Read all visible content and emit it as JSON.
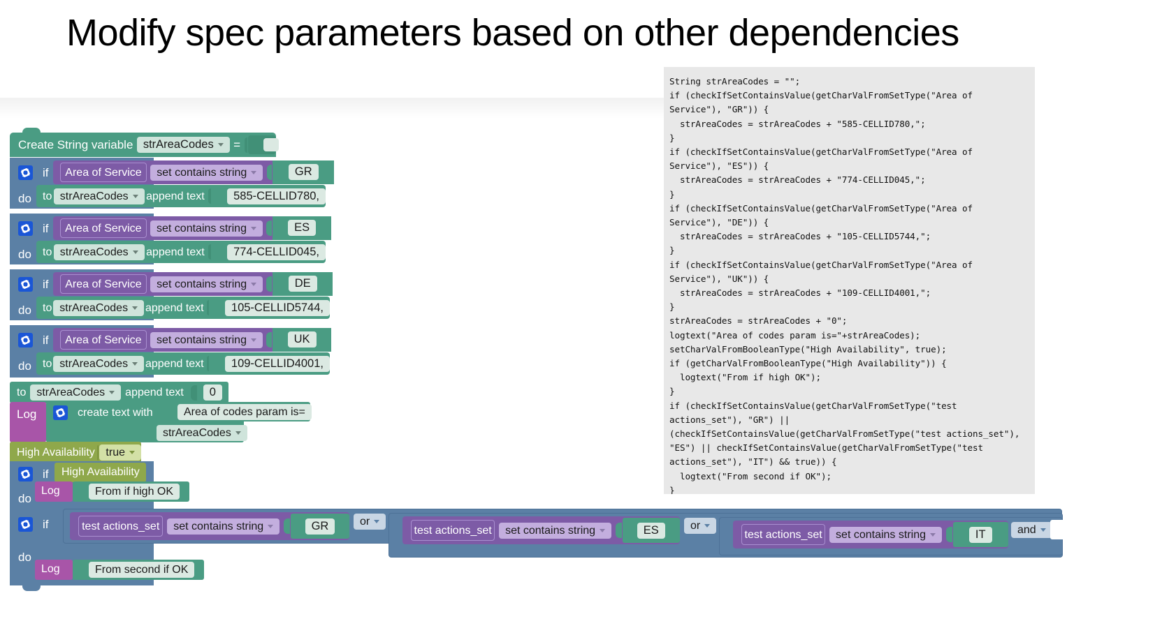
{
  "slide": {
    "title": "Modify spec parameters based on other dependencies"
  },
  "code_panel": {
    "name": "generated-code",
    "language": "java-like",
    "text": "String strAreaCodes = \"\";\nif (checkIfSetContainsValue(getCharValFromSetType(\"Area of\nService\"), \"GR\")) {\n  strAreaCodes = strAreaCodes + \"585-CELLID780,\";\n}\nif (checkIfSetContainsValue(getCharValFromSetType(\"Area of\nService\"), \"ES\")) {\n  strAreaCodes = strAreaCodes + \"774-CELLID045,\";\n}\nif (checkIfSetContainsValue(getCharValFromSetType(\"Area of\nService\"), \"DE\")) {\n  strAreaCodes = strAreaCodes + \"105-CELLID5744,\";\n}\nif (checkIfSetContainsValue(getCharValFromSetType(\"Area of\nService\"), \"UK\")) {\n  strAreaCodes = strAreaCodes + \"109-CELLID4001,\";\n}\nstrAreaCodes = strAreaCodes + \"0\";\nlogtext(\"Area of codes param is=\"+strAreaCodes);\nsetCharValFromBooleanType(\"High Availability\", true);\nif (getCharValFromBooleanType(\"High Availability\")) {\n  logtext(\"From if high OK\");\n}\nif (checkIfSetContainsValue(getCharValFromSetType(\"test\nactions_set\"), \"GR\") ||\n(checkIfSetContainsValue(getCharValFromSetType(\"test actions_set\"),\n\"ES\") || checkIfSetContainsValue(getCharValFromSetType(\"test\nactions_set\"), \"IT\") && true)) {\n  logtext(\"From second if OK\");\n}"
  },
  "blocks": {
    "create_variable": {
      "label": "Create String variable",
      "variable": "strAreaCodes",
      "equals": "=",
      "value": ""
    },
    "if_rules": [
      {
        "if_label": "if",
        "do_label": "do",
        "field": "Area of Service",
        "operator": "set contains string",
        "operand": "GR",
        "assign_to_label": "to",
        "assign_variable": "strAreaCodes",
        "append_label": "append text",
        "append_value": "585-CELLID780,"
      },
      {
        "if_label": "if",
        "do_label": "do",
        "field": "Area of Service",
        "operator": "set contains string",
        "operand": "ES",
        "assign_to_label": "to",
        "assign_variable": "strAreaCodes",
        "append_label": "append text",
        "append_value": "774-CELLID045,"
      },
      {
        "if_label": "if",
        "do_label": "do",
        "field": "Area of Service",
        "operator": "set contains string",
        "operand": "DE",
        "assign_to_label": "to",
        "assign_variable": "strAreaCodes",
        "append_label": "append text",
        "append_value": "105-CELLID5744,"
      },
      {
        "if_label": "if",
        "do_label": "do",
        "field": "Area of Service",
        "operator": "set contains string",
        "operand": "UK",
        "assign_to_label": "to",
        "assign_variable": "strAreaCodes",
        "append_label": "append text",
        "append_value": "109-CELLID4001,"
      }
    ],
    "append_zero": {
      "to_label": "to",
      "variable": "strAreaCodes",
      "append_label": "append text",
      "value": "0"
    },
    "log_create_text": {
      "log_label": "Log",
      "create_label": "create text with",
      "text_literal": "Area of codes param is=",
      "variable": "strAreaCodes"
    },
    "set_high_availability": {
      "label": "High Availability",
      "value": "true"
    },
    "if_high_availability": {
      "if_label": "if",
      "condition": "High Availability",
      "do_label": "do",
      "log_label": "Log",
      "log_text": "From if high OK"
    },
    "if_test_actions": {
      "if_label": "if",
      "do_label": "do",
      "log_label": "Log",
      "log_text": "From second if OK",
      "conditions": [
        {
          "field": "test actions_set",
          "operator": "set contains string",
          "operand": "GR"
        },
        {
          "field": "test actions_set",
          "operator": "set contains string",
          "operand": "ES"
        },
        {
          "field": "test actions_set",
          "operator": "set contains string",
          "operand": "IT"
        }
      ],
      "joiners": [
        "or",
        "or",
        "and"
      ]
    }
  },
  "colors": {
    "variable_block": "#4a9c83",
    "control_block": "#5b80a5",
    "logic_block": "#7d5ba6",
    "logic_dropdown": "#b9a3d4",
    "log_block": "#a855a8",
    "boolean_block": "#8fa84b",
    "code_background": "#e8e8e8",
    "page_background": "#ffffff"
  }
}
